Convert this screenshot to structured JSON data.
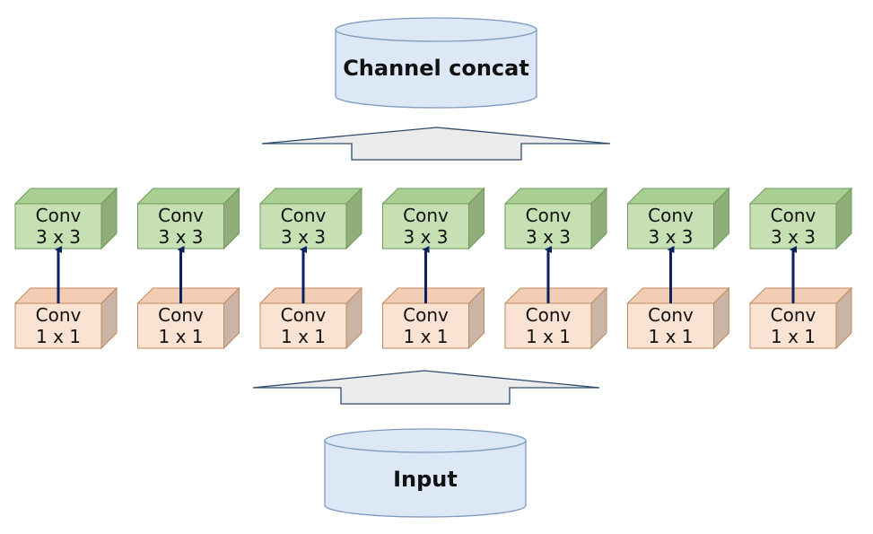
{
  "top_node": {
    "label": "Channel concat"
  },
  "bottom_node": {
    "label": "Input"
  },
  "branches": [
    {
      "top_line1": "Conv",
      "top_line2": "3 x 3",
      "bottom_line1": "Conv",
      "bottom_line2": "1 x 1"
    },
    {
      "top_line1": "Conv",
      "top_line2": "3 x 3",
      "bottom_line1": "Conv",
      "bottom_line2": "1 x 1"
    },
    {
      "top_line1": "Conv",
      "top_line2": "3 x 3",
      "bottom_line1": "Conv",
      "bottom_line2": "1 x 1"
    },
    {
      "top_line1": "Conv",
      "top_line2": "3 x 3",
      "bottom_line1": "Conv",
      "bottom_line2": "1 x 1"
    },
    {
      "top_line1": "Conv",
      "top_line2": "3 x 3",
      "bottom_line1": "Conv",
      "bottom_line2": "1 x 1"
    },
    {
      "top_line1": "Conv",
      "top_line2": "3 x 3",
      "bottom_line1": "Conv",
      "bottom_line2": "1 x 1"
    },
    {
      "top_line1": "Conv",
      "top_line2": "3 x 3",
      "bottom_line1": "Conv",
      "bottom_line2": "1 x 1"
    }
  ],
  "colors": {
    "cylinder_fill": "#dce8f5",
    "cylinder_stroke": "#7f9bbf",
    "conv3_front": "#c6e0b4",
    "conv3_top": "#a9cf92",
    "conv3_side": "#8fae79",
    "conv3_stroke": "#6f9a5a",
    "conv1_front": "#fbe3d3",
    "conv1_top": "#f3cdb3",
    "conv1_side": "#c9b4a6",
    "conv1_stroke": "#c08a60",
    "arrow": "#0b2161",
    "wide_arrow_fill": "#ebebeb",
    "wide_arrow_stroke": "#2f4b6e"
  }
}
